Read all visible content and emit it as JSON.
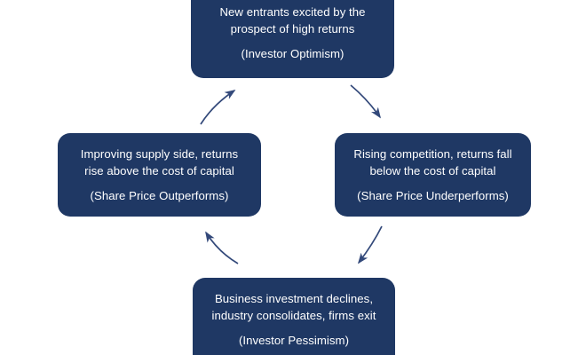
{
  "diagram": {
    "type": "cycle-flow",
    "title": "",
    "palette": {
      "node_fill": "#1F3864",
      "node_text": "#FFFFFF",
      "arrow": "#33497A",
      "background": "#FFFFFF"
    },
    "nodes": [
      {
        "id": "top",
        "position": "top",
        "line1": "New entrants excited by the",
        "line2": "prospect of high returns",
        "sub": "(Investor Optimism)"
      },
      {
        "id": "right",
        "position": "right",
        "line1": "Rising competition, returns fall",
        "line2": "below the cost of capital",
        "sub": "(Share Price Underperforms)"
      },
      {
        "id": "bottom",
        "position": "bottom",
        "line1": "Business investment declines,",
        "line2": "industry consolidates, firms exit",
        "sub": "(Investor Pessimism)"
      },
      {
        "id": "left",
        "position": "left",
        "line1": "Improving supply side, returns",
        "line2": "rise above the cost of capital",
        "sub": "(Share Price Outperforms)"
      }
    ],
    "arrows": [
      {
        "id": "top-to-right",
        "from": "top",
        "to": "right",
        "direction": "down-right",
        "label": ""
      },
      {
        "id": "right-to-bottom",
        "from": "right",
        "to": "bottom",
        "direction": "down-left",
        "label": ""
      },
      {
        "id": "bottom-to-left",
        "from": "bottom",
        "to": "left",
        "direction": "up-left",
        "label": ""
      },
      {
        "id": "left-to-top",
        "from": "left",
        "to": "top",
        "direction": "up-right",
        "label": ""
      }
    ]
  }
}
